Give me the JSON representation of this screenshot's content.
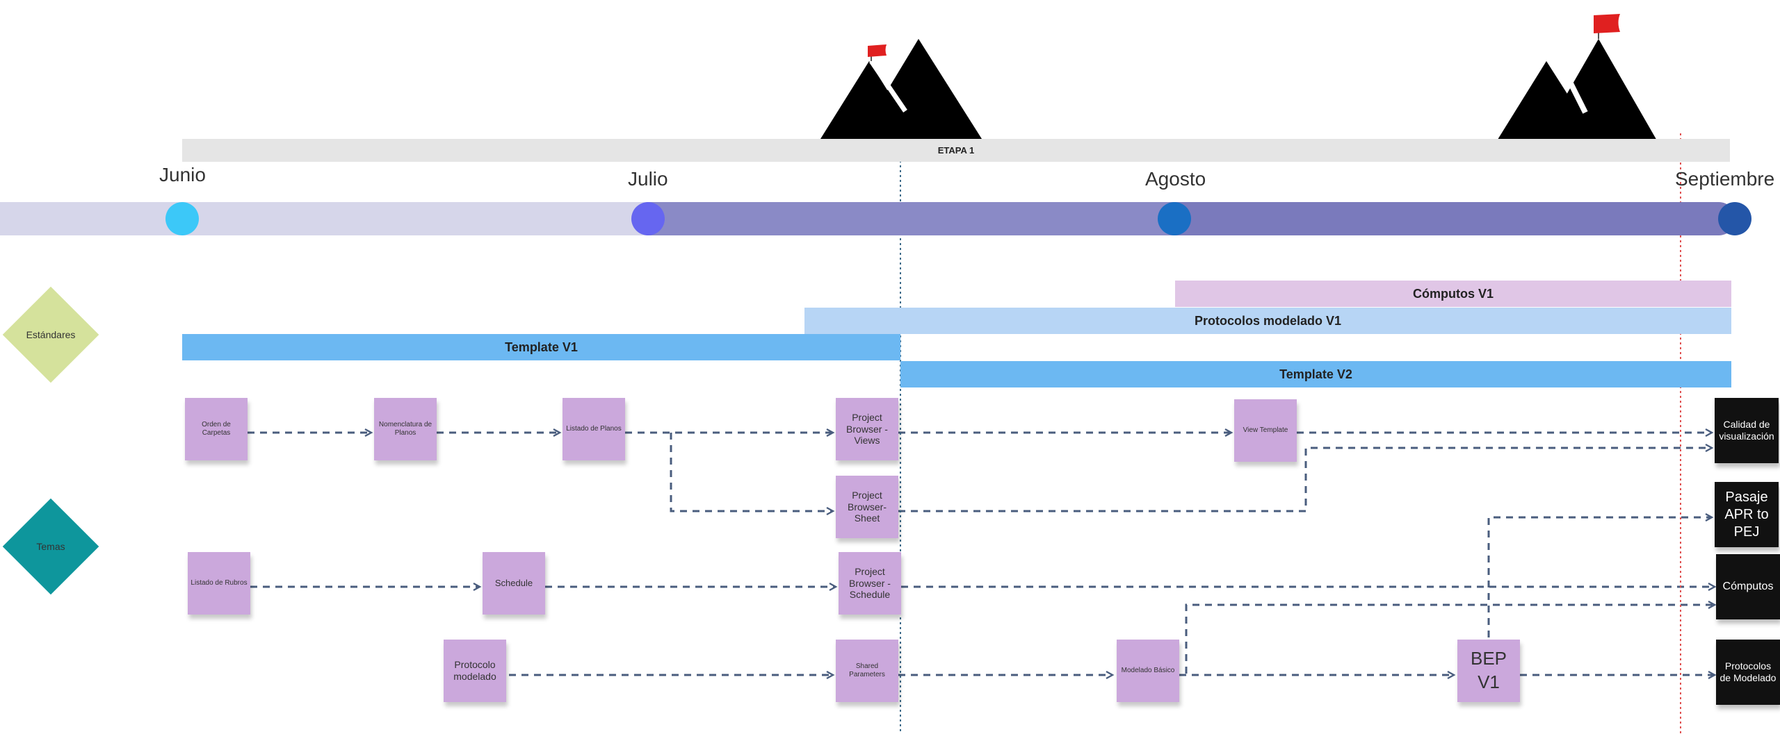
{
  "milestones": {
    "etapa_label": "ETAPA 1"
  },
  "months": [
    "Junio",
    "Julio",
    "Agosto",
    "Septiembre"
  ],
  "categories": {
    "estandares": "Estándares",
    "temas": "Temas"
  },
  "gantt": {
    "computos_v1": "Cómputos V1",
    "protocolos_v1": "Protocolos modelado V1",
    "template_v1": "Template V1",
    "template_v2": "Template V2"
  },
  "stickies": {
    "orden_carpetas": "Orden de Carpetas",
    "nomenclatura_planos": "Nomenclatura de Planos",
    "listado_planos": "Listado de Planos",
    "pb_views": "Project Browser - Views",
    "view_template": "View Template",
    "pb_sheet": "Project Browser- Sheet",
    "listado_rubros": "Listado de Rubros",
    "schedule": "Schedule",
    "pb_schedule": "Project Browser - Schedule",
    "protocolo_modelado": "Protocolo modelado",
    "shared_parameters": "Shared Parameters",
    "modelado_basico": "Modelado Básico",
    "bep_v1": "BEP V1"
  },
  "outcomes": {
    "calidad_visualizacion": "Calidad de visualización",
    "pasaje_apr_pej": "Pasaje APR to PEJ",
    "computos": "Cómputos",
    "protocolos_modelado": "Protocolos de Modelado"
  },
  "colors": {
    "timeline_light": "#d6d6ea",
    "timeline_mid": "#8a8ac6",
    "timeline_dark": "#7a7abc",
    "dot_junio": "#3cc8f8",
    "dot_julio": "#6666f0",
    "dot_agosto": "#1a6fc4",
    "dot_septiembre": "#2456a8",
    "computos_bar": "#e0c6e6",
    "protocolos_bar": "#b7d5f5",
    "template_bar": "#6cb8f2",
    "sticky": "#cba8dc",
    "diamond_estandares": "#d5e29c",
    "diamond_temas": "#0e969c",
    "connector": "#4a5d7e",
    "today_line": "#3d6b8a",
    "deadline_line": "#e05050",
    "flag": "#e02020"
  }
}
